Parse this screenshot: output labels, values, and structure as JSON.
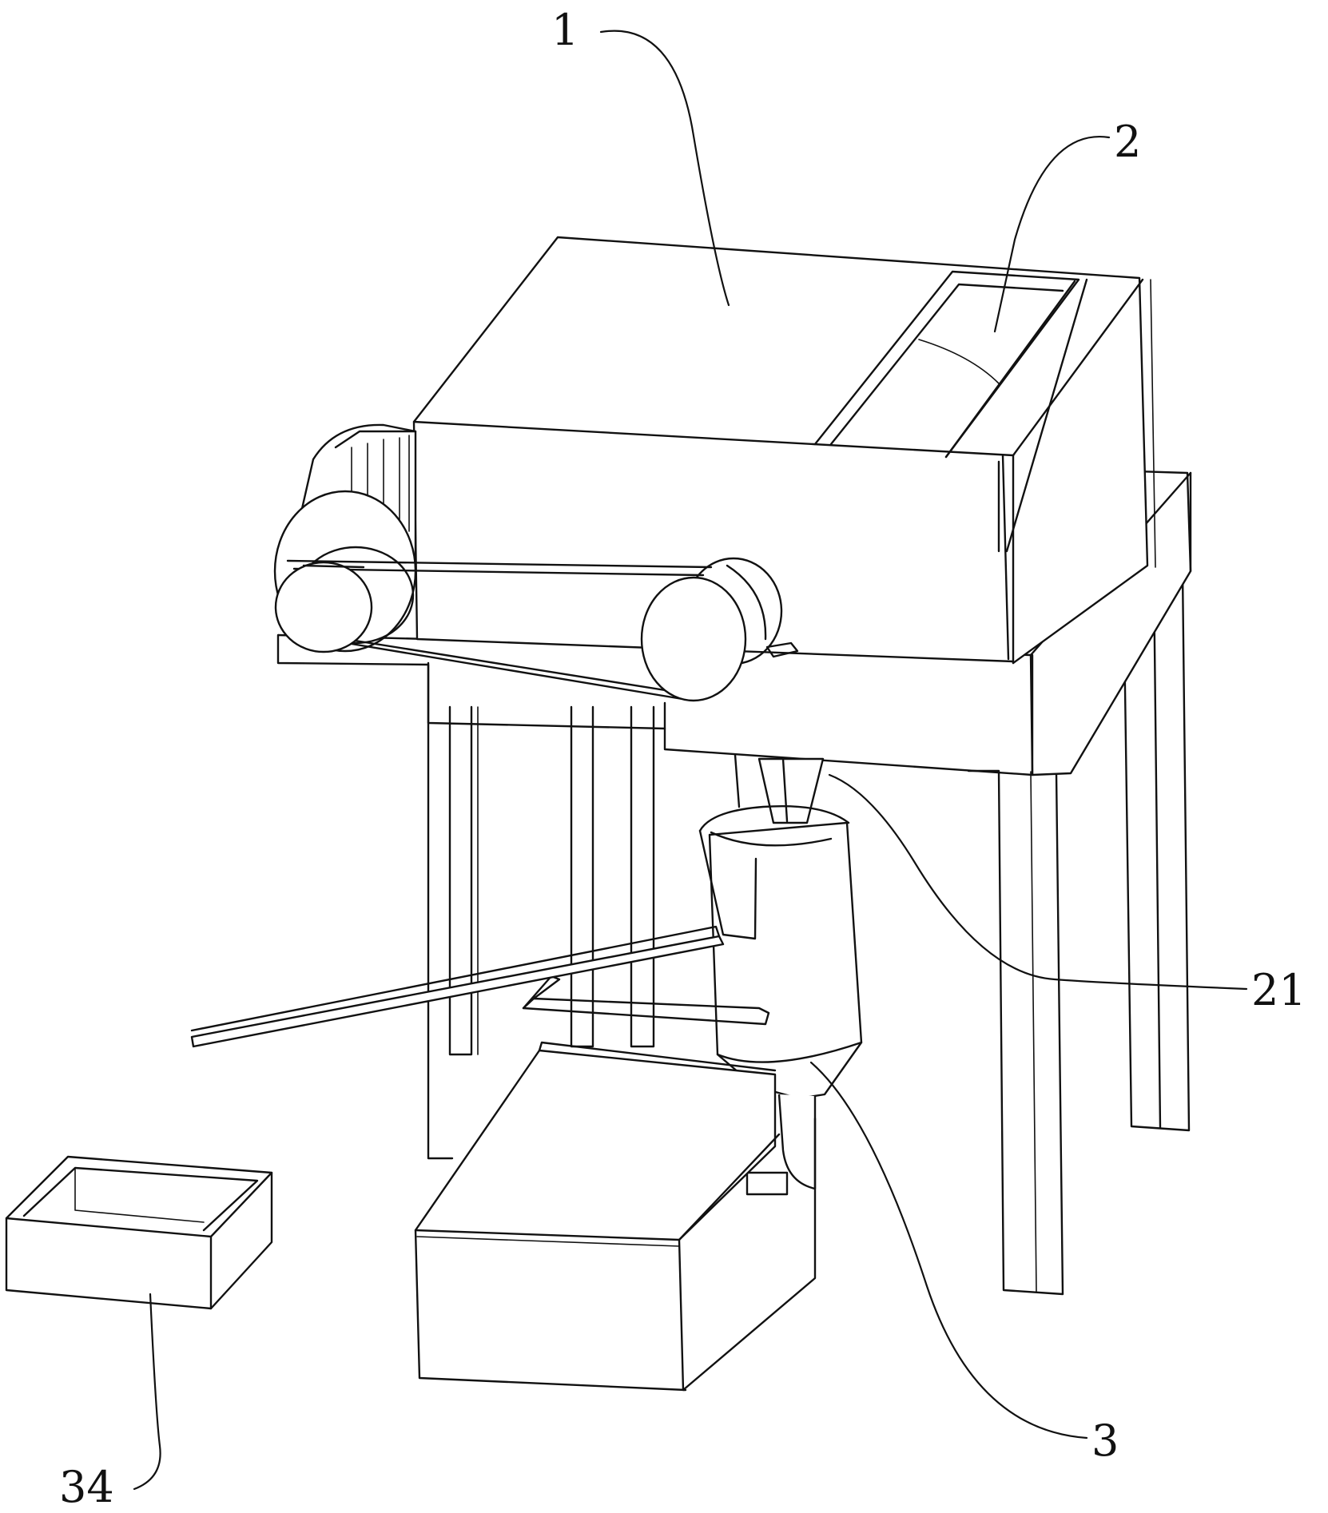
{
  "labels": {
    "l1": "1",
    "l2": "2",
    "l21": "21",
    "l3": "3",
    "l34": "34"
  },
  "colors": {
    "line": "#111111",
    "background": "#ffffff"
  }
}
